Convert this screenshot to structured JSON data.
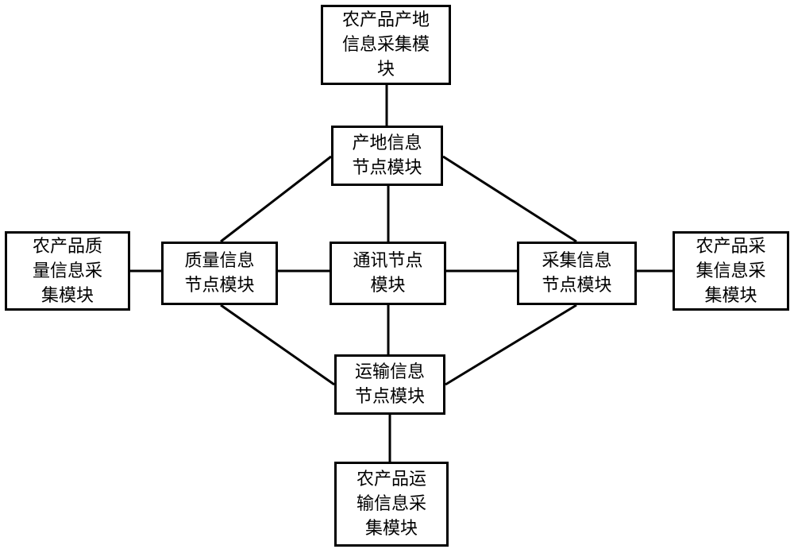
{
  "modules": {
    "origin_collect": "农产品产地\n信息采集模\n块",
    "origin_node": "产地信息\n节点模块",
    "quality_collect": "农产品质\n量信息采\n集模块",
    "quality_node": "质量信息\n节点模块",
    "comm_node": "通讯节点\n模块",
    "gather_node": "采集信息\n节点模块",
    "gather_collect": "农产品采\n集信息采\n集模块",
    "transport_node": "运输信息\n节点模块",
    "transport_collect": "农产品运\n输信息采\n集模块"
  },
  "connections": [
    [
      "origin_collect",
      "origin_node"
    ],
    [
      "origin_node",
      "comm_node"
    ],
    [
      "origin_node",
      "quality_node"
    ],
    [
      "origin_node",
      "gather_node"
    ],
    [
      "quality_collect",
      "quality_node"
    ],
    [
      "quality_node",
      "comm_node"
    ],
    [
      "comm_node",
      "gather_node"
    ],
    [
      "gather_node",
      "gather_collect"
    ],
    [
      "quality_node",
      "transport_node"
    ],
    [
      "gather_node",
      "transport_node"
    ],
    [
      "comm_node",
      "transport_node"
    ],
    [
      "transport_node",
      "transport_collect"
    ]
  ]
}
